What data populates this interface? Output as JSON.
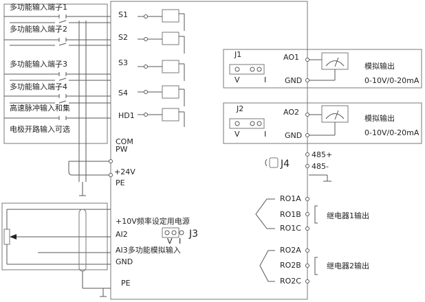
{
  "inputs": {
    "labels": [
      "多功能输入端子1",
      "多功能输入端子2",
      "多功能输入端子3",
      "多功能输入端子4",
      "高速脉冲输入和集",
      "电极开路输入可选"
    ],
    "terminals": [
      "S1",
      "S2",
      "S3",
      "S4",
      "HD1"
    ],
    "com": "COM",
    "pw": "PW",
    "plus24": "+24V",
    "pe": "PE"
  },
  "analog_in": {
    "plus10v": "+10V频率设定用电源",
    "ai2": "AI2",
    "ai3": "AI3多功能模拟输入",
    "gnd": "GND",
    "pe": "PE",
    "j3": "J3",
    "v": "V",
    "i": "I"
  },
  "analog_out": [
    {
      "jumper": "J1",
      "ao": "AO1",
      "gnd": "GND",
      "title": "模拟输出",
      "range": "0-10V/0-20mA",
      "v": "V",
      "i": "I"
    },
    {
      "jumper": "J2",
      "ao": "AO2",
      "gnd": "GND",
      "title": "模拟输出",
      "range": "0-10V/0-20mA",
      "v": "V",
      "i": "I"
    }
  ],
  "rs485": {
    "plus": "485+",
    "minus": "485-",
    "jumper": "J4"
  },
  "relays": [
    {
      "a": "RO1A",
      "b": "RO1B",
      "c": "RO1C",
      "label": "继电器1输出"
    },
    {
      "a": "RO2A",
      "b": "RO2B",
      "c": "RO2C",
      "label": "继电器2输出"
    }
  ]
}
